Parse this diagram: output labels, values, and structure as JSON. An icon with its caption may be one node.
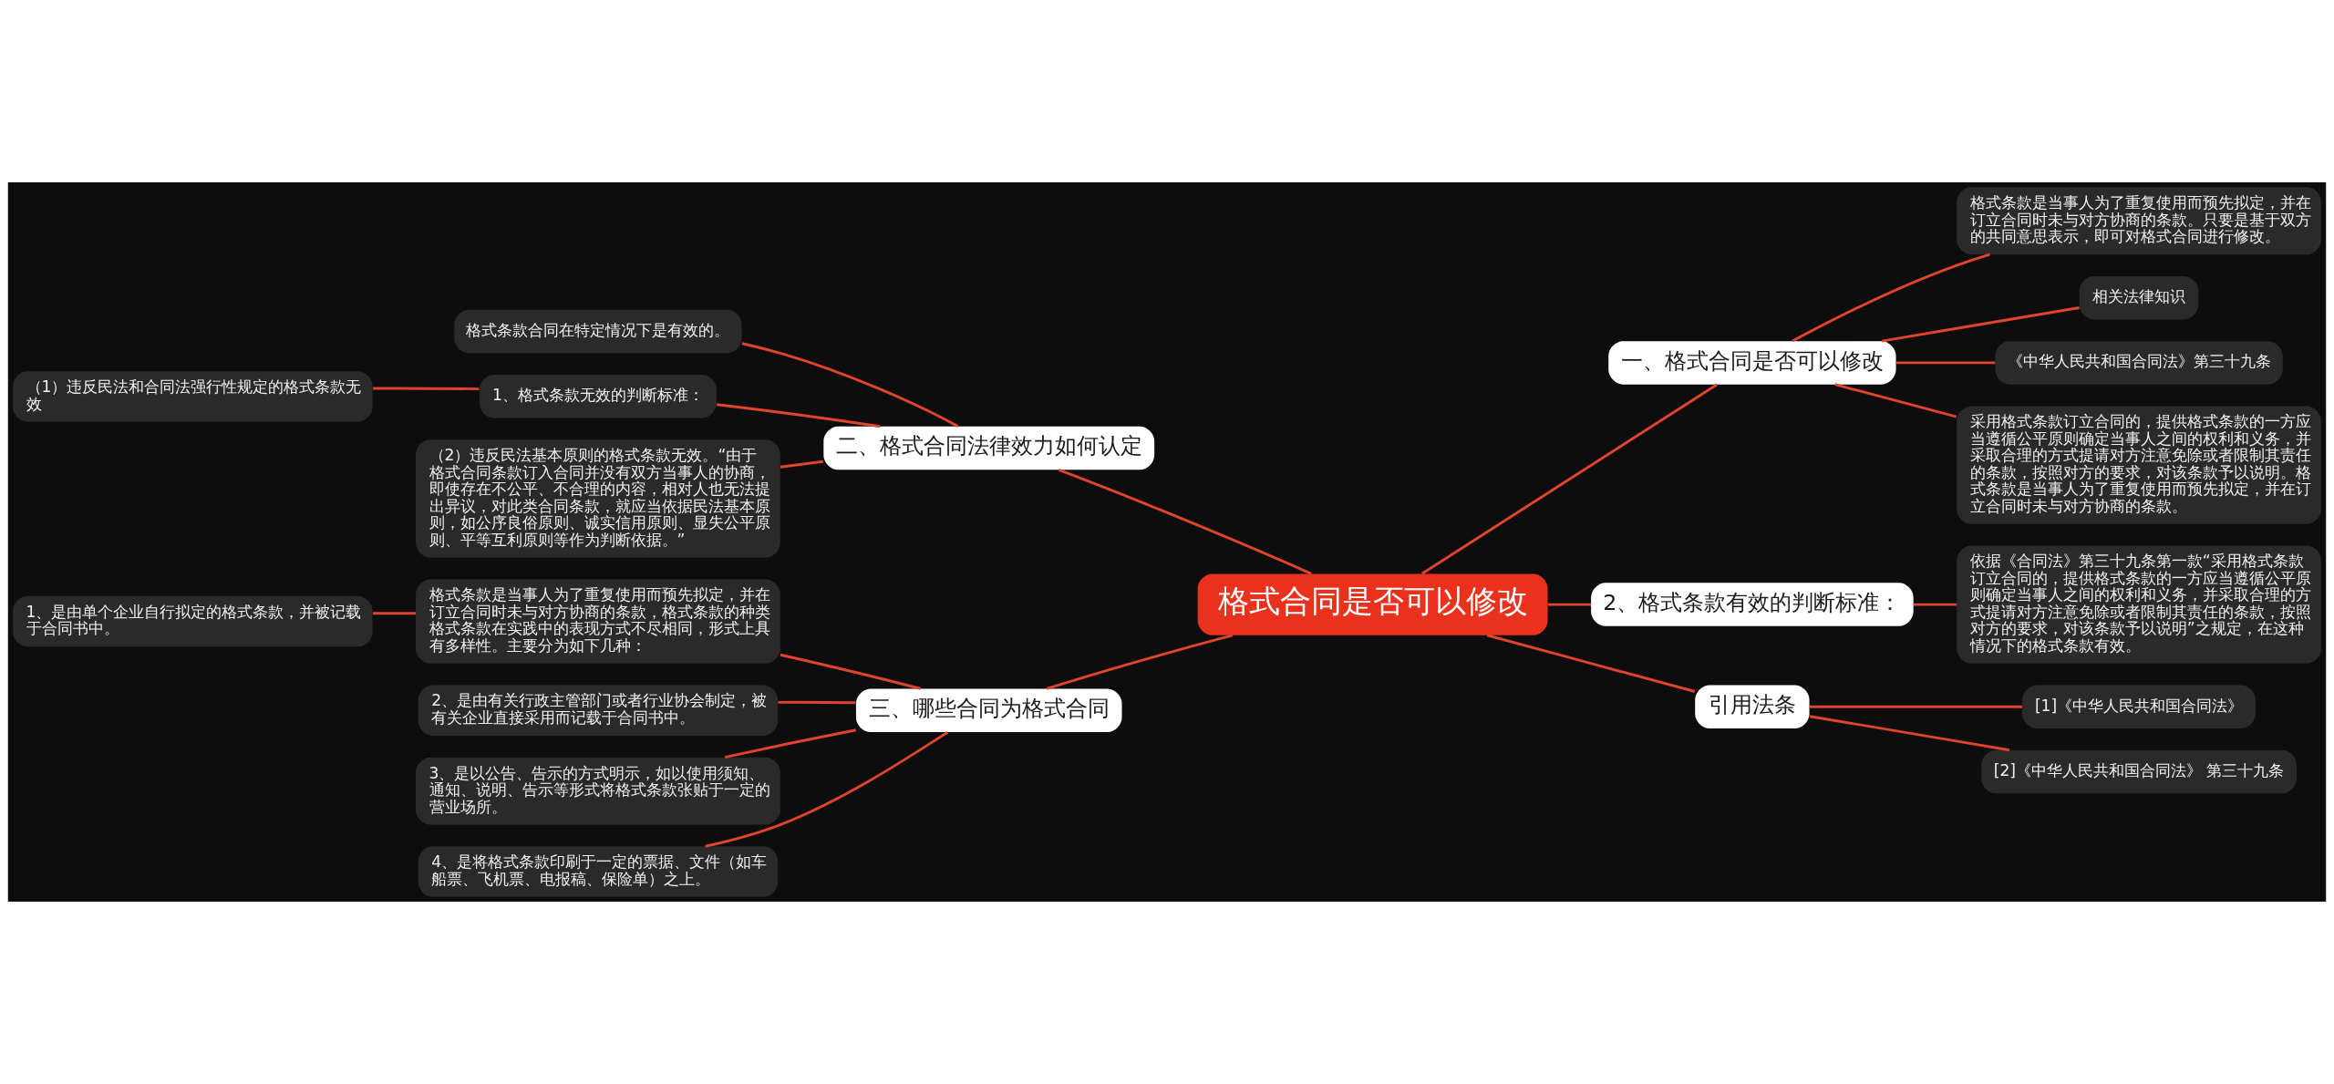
{
  "diagram": {
    "nodes": [
      {
        "text": [
          "格式合同是否可以修改"
        ]
      },
      {
        "text": [
          "一、格式合同是否可以修改"
        ]
      },
      {
        "text": [
          "格式条款是当事人为了重复使用而预先拟定，并在订立合同时未与对方协商的条款。只要是基于双方的共同意思表示，即可对格式合同进行修改。"
        ]
      },
      {
        "text": [
          "相关法律知识"
        ]
      },
      {
        "text": [
          "《中华人民共和国合同法》第三十九条"
        ]
      },
      {
        "text": [
          "采用格式条款订立合同的，提供格式条款的一方应当遵循公平原则确定当事人之间的权利和义务，并采取合理的方式提请对方注意免除或者限制其责任的条款，按照对方的要求，对该条款予以说明。格式条款是当事人为了重复使用而预先拟定，并在订立合同时未与对方协商的条款。"
        ]
      },
      {
        "text": [
          "2、格式条款有效的判断标准："
        ]
      },
      {
        "text": [
          "依据《合同法》第三十九条第一款“采用格式条款订立合同的，提供格式条款的一方应当遵循公平原则确定当事人之间的权利和义务，并采取合理的方式提请对方注意免除或者限制其责任的条款，按照对方的要求，对该条款予以说明”之规定，在这种情况下的格式条款有效。"
        ]
      },
      {
        "text": [
          "引用法条"
        ]
      },
      {
        "text": [
          "[1]《中华人民共和国合同法》"
        ]
      },
      {
        "text": [
          "[2]《中华人民共和国合同法》 第三十九条"
        ]
      },
      {
        "text": [
          "二、格式合同法律效力如何认定"
        ]
      },
      {
        "text": [
          "格式条款合同在特定情况下是有效的。"
        ]
      },
      {
        "text": [
          "1、格式条款无效的判断标准："
        ]
      },
      {
        "text": [
          "（1）违反民法和合同法强行性规定的格式条款无效"
        ]
      },
      {
        "text": [
          "（2）违反民法基本原则的格式条款无效。“由于格式合同条款订入合同并没有双方当事人的协商，即使存在不公平、不合理的内容，相对人也无法提出异议，对此类合同条款，就应当依据民法基本原则，如公序良俗原则、诚实信用原则、显失公平原则、平等互利原则等作为判断依据。”"
        ]
      },
      {
        "text": [
          "三、哪些合同为格式合同"
        ]
      },
      {
        "text": [
          "格式条款是当事人为了重复使用而预先拟定，并在订立合同时未与对方协商的条款，格式条款的种类格式条款在实践中的表现方式不尽相同，形式上具有多样性。主要分为如下几种："
        ]
      },
      {
        "text": [
          "1、是由单个企业自行拟定的格式条款，并被记载于合同书中。"
        ]
      },
      {
        "text": [
          "2、是由有关行政主管部门或者行业协会制定，被有关企业直接采用而记载于合同书中。"
        ]
      },
      {
        "text": [
          "3、是以公告、告示的方式明示，如以使用须知、通知、说明、告示等形式将格式条款张贴于一定的营业场所。"
        ]
      },
      {
        "text": [
          "4、是将格式条款印刷于一定的票据、文件（如车船票、飞机票、电报稿、保险单）之上。"
        ]
      }
    ],
    "edges": [
      {
        "from": 0,
        "to": 1,
        "arrow": "none"
      },
      {
        "from": 1,
        "to": 2,
        "arrow": "none"
      },
      {
        "from": 1,
        "to": 3,
        "arrow": "none"
      },
      {
        "from": 1,
        "to": 4,
        "arrow": "none"
      },
      {
        "from": 1,
        "to": 5,
        "arrow": "none"
      },
      {
        "from": 0,
        "to": 6,
        "arrow": "none"
      },
      {
        "from": 6,
        "to": 7,
        "arrow": "none"
      },
      {
        "from": 0,
        "to": 8,
        "arrow": "none"
      },
      {
        "from": 8,
        "to": 9,
        "arrow": "none"
      },
      {
        "from": 8,
        "to": 10,
        "arrow": "none"
      },
      {
        "from": 0,
        "to": 11,
        "arrow": "none"
      },
      {
        "from": 11,
        "to": 12,
        "arrow": "none"
      },
      {
        "from": 11,
        "to": 13,
        "arrow": "none"
      },
      {
        "from": 13,
        "to": 14,
        "arrow": "none"
      },
      {
        "from": 11,
        "to": 15,
        "arrow": "none"
      },
      {
        "from": 0,
        "to": 16,
        "arrow": "none"
      },
      {
        "from": 16,
        "to": 17,
        "arrow": "none"
      },
      {
        "from": 17,
        "to": 18,
        "arrow": "none"
      },
      {
        "from": 16,
        "to": 19,
        "arrow": "none"
      },
      {
        "from": 16,
        "to": 20,
        "arrow": "none"
      },
      {
        "from": 16,
        "to": 21,
        "arrow": "none"
      }
    ]
  }
}
